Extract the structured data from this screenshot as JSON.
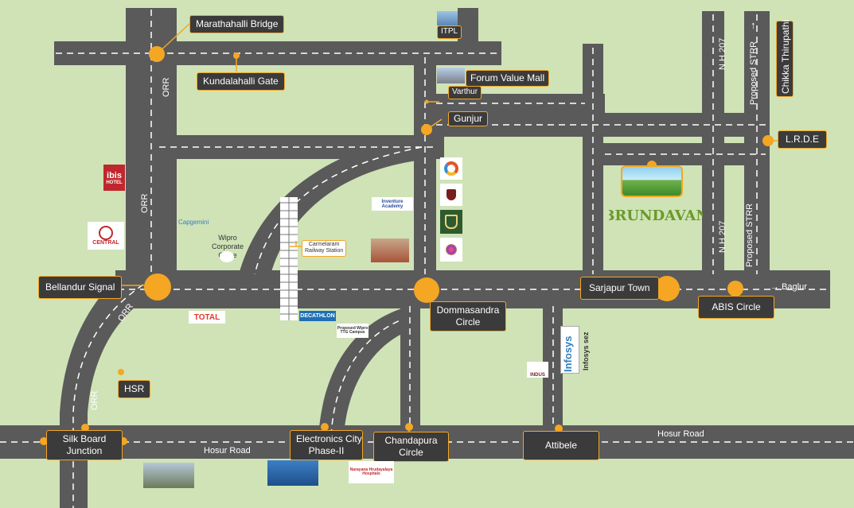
{
  "labels": {
    "marathahalli_bridge": "Marathahalli Bridge",
    "kundalahalli_gate": "Kundalahalli Gate",
    "itpl": "ITPL",
    "forum_value_mall": "Forum Value Mall",
    "varthur": "Varthur",
    "gunjur": "Gunjur",
    "lrde": "L.R.D.E",
    "bellandur_signal": "Bellandur Signal",
    "dommasandra_circle_1": "Dommasandra",
    "dommasandra_circle_2": "Circle",
    "sarjapur_town": "Sarjapur Town",
    "abis_circle": "ABIS Circle",
    "hsr": "HSR",
    "silk_board_1": "Silk Board",
    "silk_board_2": "Junction",
    "electronics_city_1": "Electronics City",
    "electronics_city_2": "Phase-II",
    "chandapura_1": "Chandapura",
    "chandapura_2": "Circle",
    "attibele": "Attibele",
    "carmelaram_1": "Carmelaram",
    "carmelaram_2": "Railway Station"
  },
  "road_texts": {
    "orr_top": "ORR",
    "orr_mid": "ORR",
    "orr_curve": "ORR",
    "orr_low": "ORR",
    "nh207_top": "N.H 207",
    "nh207_bottom": "N.H 207",
    "proposed_strr_top": "Proposed STRR",
    "proposed_strr_bottom": "Proposed STRR",
    "chikka_thirupathi": "Chikka Thirupathi",
    "baglur": "→ Baglur",
    "hosur_road_left": "Hosur Road",
    "hosur_road_right": "Hosur Road",
    "north_arrow": "↑"
  },
  "places": {
    "ibis": "ibis",
    "ibis_sub": "HOTEL",
    "central": "CENTRAL",
    "wipro_office_1": "Wipro",
    "wipro_office_2": "Corporate Office",
    "capgemini": "Capgemini",
    "total": "TOTAL",
    "decathlon": "DECATHLON",
    "wipro_campus": "Proposed Wipro TTG Campus",
    "inventure": "Inventure Academy",
    "brundavan": "BRUNDAVAN",
    "infosys": "Infosys",
    "infosys_sez": "Infosys sez",
    "indus": "INDUS",
    "narayana": "Narayana Hrudayalaya Hospitals"
  },
  "colors": {
    "background": "#cfe3b7",
    "road": "#5a5a5a",
    "road_marking": "#ffffff",
    "marker": "#f5a623",
    "label_bg": "#3b3b3b"
  }
}
